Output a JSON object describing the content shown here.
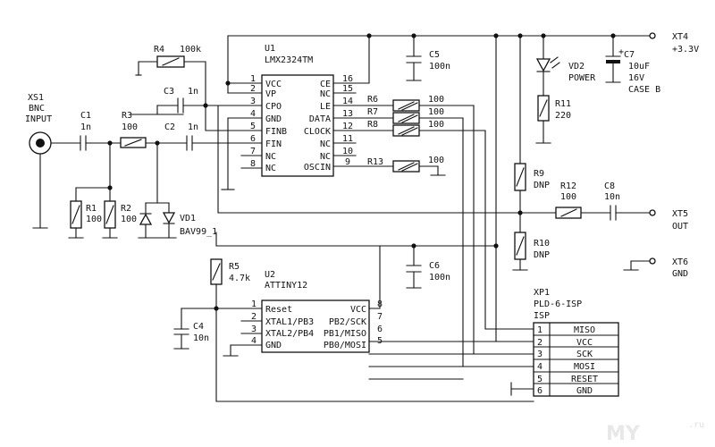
{
  "colors": {
    "ink": "#111111",
    "paper": "#ffffff",
    "watermark": "#e0e0e0"
  },
  "u1": {
    "ref": "U1",
    "part": "LMX2324TM",
    "left_pins": [
      {
        "num": "1",
        "name": "VCC"
      },
      {
        "num": "2",
        "name": "VP"
      },
      {
        "num": "3",
        "name": "CPO"
      },
      {
        "num": "4",
        "name": "GND"
      },
      {
        "num": "5",
        "name": "FINB"
      },
      {
        "num": "6",
        "name": "FIN"
      },
      {
        "num": "7",
        "name": "NC"
      },
      {
        "num": "8",
        "name": "NC"
      }
    ],
    "right_pins": [
      {
        "num": "16",
        "name": "CE"
      },
      {
        "num": "15",
        "name": "NC"
      },
      {
        "num": "14",
        "name": "LE"
      },
      {
        "num": "13",
        "name": "DATA"
      },
      {
        "num": "12",
        "name": "CLOCK"
      },
      {
        "num": "11",
        "name": "NC"
      },
      {
        "num": "10",
        "name": "NC"
      },
      {
        "num": "9",
        "name": "OSCIN"
      }
    ]
  },
  "u2": {
    "ref": "U2",
    "part": "ATTINY12",
    "left_pins": [
      {
        "num": "1",
        "name": "Reset"
      },
      {
        "num": "2",
        "name": "XTAL1/PB3"
      },
      {
        "num": "3",
        "name": "XTAL2/PB4"
      },
      {
        "num": "4",
        "name": "GND"
      }
    ],
    "right_pins": [
      {
        "num": "8",
        "name": "VCC"
      },
      {
        "num": "7",
        "name": "PB2/SCK"
      },
      {
        "num": "6",
        "name": "PB1/MISO"
      },
      {
        "num": "5",
        "name": "PB0/MOSI"
      }
    ]
  },
  "xp1": {
    "ref": "XP1",
    "part": "PLD-6-ISP",
    "group": "ISP",
    "pins": [
      {
        "num": "1",
        "name": "MISO"
      },
      {
        "num": "2",
        "name": "VCC"
      },
      {
        "num": "3",
        "name": "SCK"
      },
      {
        "num": "4",
        "name": "MOSI"
      },
      {
        "num": "5",
        "name": "RESET"
      },
      {
        "num": "6",
        "name": "GND"
      }
    ]
  },
  "xs1": {
    "ref": "XS1",
    "type": "BNC",
    "label": "INPUT"
  },
  "xt4": {
    "ref": "XT4",
    "label": "+3.3V"
  },
  "xt5": {
    "ref": "XT5",
    "label": "OUT"
  },
  "xt6": {
    "ref": "XT6",
    "label": "GND"
  },
  "resistors": {
    "r1": {
      "ref": "R1",
      "value": "100"
    },
    "r2": {
      "ref": "R2",
      "value": "100"
    },
    "r3": {
      "ref": "R3",
      "value": "100"
    },
    "r4": {
      "ref": "R4",
      "value": "100k"
    },
    "r5": {
      "ref": "R5",
      "value": "4.7k"
    },
    "r6": {
      "ref": "R6",
      "value": "100"
    },
    "r7": {
      "ref": "R7",
      "value": "100"
    },
    "r8": {
      "ref": "R8",
      "value": "100"
    },
    "r9": {
      "ref": "R9",
      "value": "DNP"
    },
    "r10": {
      "ref": "R10",
      "value": "DNP"
    },
    "r11": {
      "ref": "R11",
      "value": "220"
    },
    "r12": {
      "ref": "R12",
      "value": "100"
    },
    "r13": {
      "ref": "R13",
      "value": "100"
    }
  },
  "capacitors": {
    "c1": {
      "ref": "C1",
      "value": "1n"
    },
    "c2": {
      "ref": "C2",
      "value": "1n"
    },
    "c3": {
      "ref": "C3",
      "value": "1n"
    },
    "c4": {
      "ref": "C4",
      "value": "10n"
    },
    "c5": {
      "ref": "C5",
      "value": "100n"
    },
    "c6": {
      "ref": "C6",
      "value": "100n"
    },
    "c7": {
      "ref": "C7",
      "value": "10uF",
      "rating": "16V",
      "case": "CASE B",
      "polarity": "+"
    },
    "c8": {
      "ref": "C8",
      "value": "10n"
    }
  },
  "vd1": {
    "ref": "VD1",
    "part": "BAV99_1"
  },
  "vd2": {
    "ref": "VD2",
    "part": "POWER"
  },
  "watermark": {
    "text": "MY",
    "suffix": ".ru"
  }
}
